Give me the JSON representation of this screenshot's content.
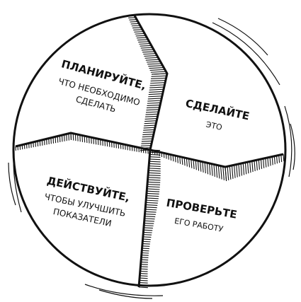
{
  "diagram": {
    "quadrants": [
      {
        "id": "plan",
        "title": "ПЛАНИРУЙТЕ,",
        "subtitle_lines": [
          "ЧТО НЕОБХОДИМО",
          "СДЕЛАТЬ"
        ]
      },
      {
        "id": "do",
        "title": "СДЕЛАЙТЕ",
        "subtitle_lines": [
          "ЭТО"
        ]
      },
      {
        "id": "check",
        "title": "ПРОВЕРЬТЕ",
        "subtitle_lines": [
          "ЕГО РАБОТУ"
        ]
      },
      {
        "id": "act",
        "title": "ДЕЙСТВУЙТЕ,",
        "subtitle_lines": [
          "ЧТОБЫ УЛУЧШИТЬ",
          "ПОКАЗАТЕЛИ"
        ]
      }
    ],
    "stroke_color": "#111111",
    "background_color": "#ffffff"
  }
}
